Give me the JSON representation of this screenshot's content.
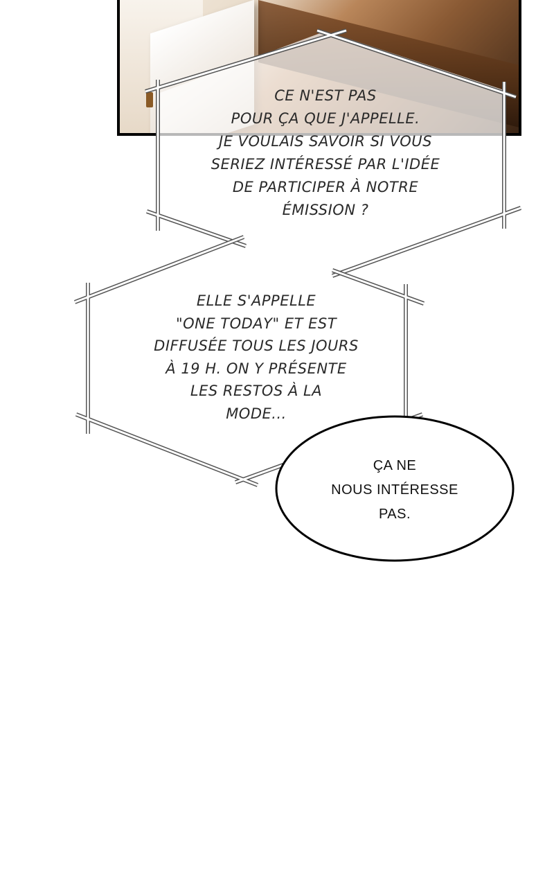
{
  "caption_1": [
    "CE N'EST PAS",
    "POUR ÇA QUE J'APPELLE.",
    "JE VOULAIS SAVOIR SI VOUS",
    "SERIEZ INTÉRESSÉ PAR L'IDÉE",
    "DE PARTICIPER À NOTRE",
    "ÉMISSION ?"
  ],
  "caption_2": [
    "ELLE S'APPELLE",
    "\"ONE TODAY\" ET EST",
    "DIFFUSÉE TOUS LES JOURS",
    "À 19 H. ON Y PRÉSENTE",
    "LES RESTOS À LA",
    "MODE..."
  ],
  "speech_bubble": [
    "ÇA NE",
    "NOUS INTÉRESSE",
    "PAS."
  ]
}
